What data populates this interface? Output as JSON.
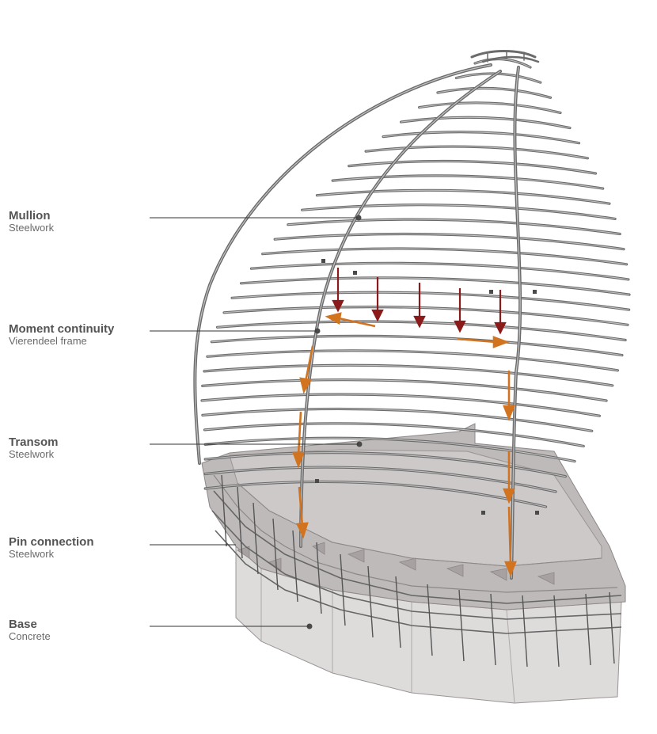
{
  "labels": [
    {
      "key": "mullion",
      "title": "Mullion",
      "subtitle": "Steelwork"
    },
    {
      "key": "moment",
      "title": "Moment continuity",
      "subtitle": "Vierendeel frame"
    },
    {
      "key": "transom",
      "title": "Transom",
      "subtitle": "Steelwork"
    },
    {
      "key": "pin",
      "title": "Pin connection",
      "subtitle": "Steelwork"
    },
    {
      "key": "base",
      "title": "Base",
      "subtitle": "Concrete"
    }
  ],
  "colors": {
    "steel": "#6b6b6b",
    "steel_light": "#bdbdbd",
    "concrete_top": "#b5b0b0",
    "concrete_face": "#d9d6d6",
    "concrete_dark": "#a09a9a",
    "load_arrow": "#8b1a1a",
    "force_arrow": "#d2731f",
    "leader": "#333333"
  }
}
